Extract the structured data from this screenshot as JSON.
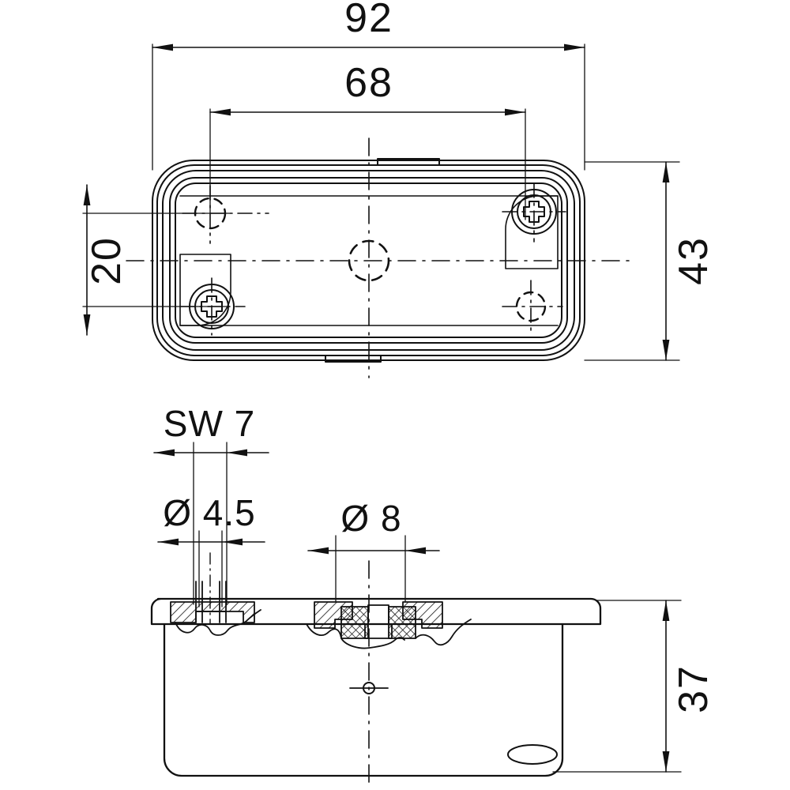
{
  "drawing": {
    "title": "Enclosure technical drawing",
    "type": "mechanical-dimension-drawing",
    "line_color": "#111111",
    "background_color": "#ffffff",
    "units": "mm"
  },
  "views": {
    "top": {
      "name": "top-view",
      "description": "Rounded rectangular enclosure lid seen from above with two Phillips screws, two mounting holes and a central hole"
    },
    "section": {
      "name": "section-view",
      "description": "Cross section of the enclosure showing lid flange, cable entry and vent grommet"
    }
  },
  "dimensions": {
    "overall_width": "92",
    "hole_spacing_width": "68",
    "hole_spacing_height": "20",
    "overall_height": "43",
    "overall_depth": "37",
    "wrench_size": "SW 7",
    "diameter_small": "Ø 4.5",
    "diameter_large": "Ø 8"
  },
  "annotations": [
    {
      "id": "dim-92",
      "value": "92",
      "orientation": "horizontal"
    },
    {
      "id": "dim-68",
      "value": "68",
      "orientation": "horizontal"
    },
    {
      "id": "dim-20",
      "value": "20",
      "orientation": "vertical"
    },
    {
      "id": "dim-43",
      "value": "43",
      "orientation": "vertical"
    },
    {
      "id": "dim-sw7",
      "value": "SW 7",
      "orientation": "horizontal"
    },
    {
      "id": "dim-d45",
      "value": "Ø 4.5",
      "orientation": "horizontal"
    },
    {
      "id": "dim-d8",
      "value": "Ø 8",
      "orientation": "horizontal"
    },
    {
      "id": "dim-37",
      "value": "37",
      "orientation": "vertical"
    }
  ],
  "features": {
    "screw_top_right": "phillips-screw",
    "screw_bottom_left": "phillips-screw",
    "hole_top_left": "mounting-hole",
    "hole_bottom_right": "mounting-hole",
    "hole_center": "center-hole",
    "drain_hole": "drain-ellipse"
  }
}
